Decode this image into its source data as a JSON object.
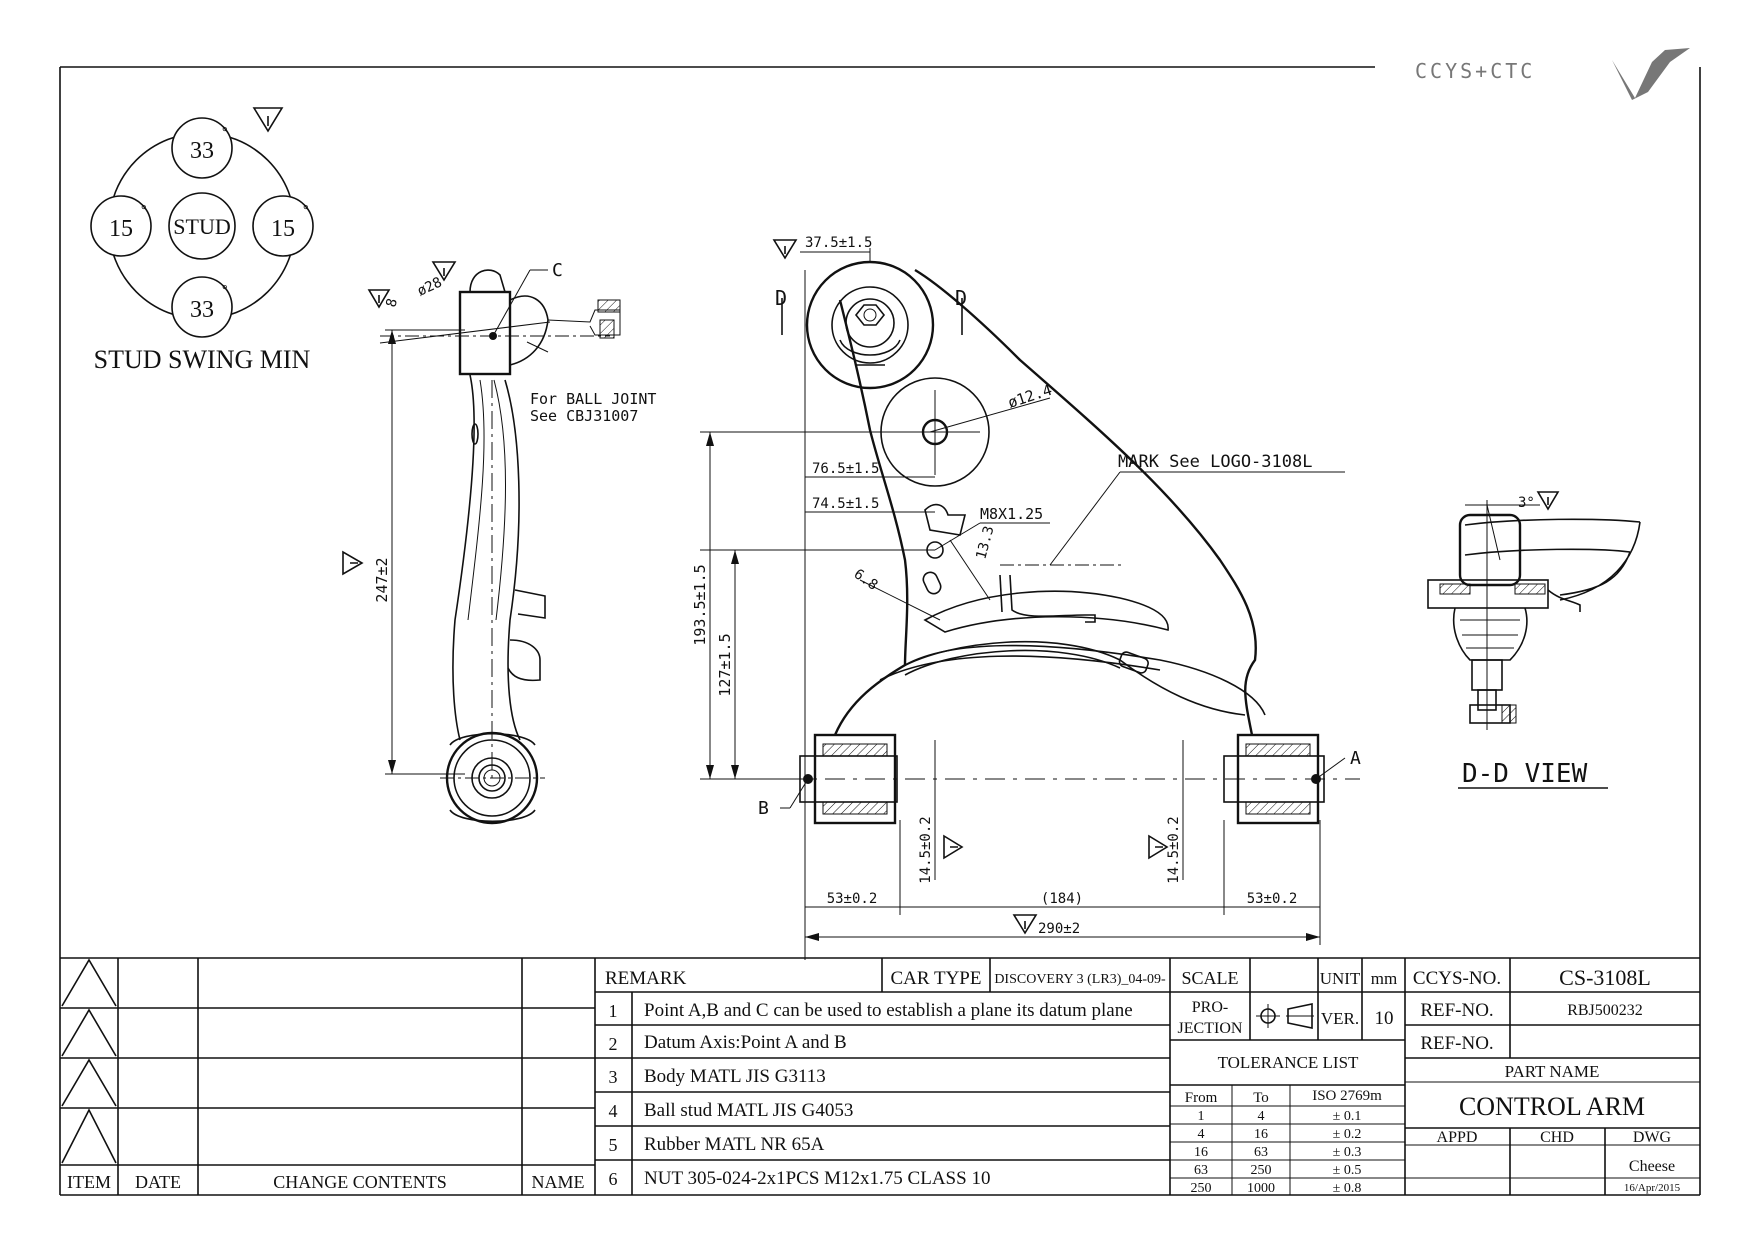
{
  "logo": {
    "text": "CCYS+CTC"
  },
  "stud_swing": {
    "title": "STUD SWING MIN",
    "center": "STUD",
    "top": "33",
    "bottom": "33",
    "left": "15",
    "right": "15",
    "degree_mark": "°"
  },
  "side_view": {
    "label_c": "C",
    "dim_diameter": "ø28",
    "dim_angle": "8",
    "note_line1": "For BALL JOINT",
    "note_line2": "See CBJ31007",
    "dim_height": "247±2"
  },
  "front_view": {
    "dim_top": "37.5±1.5",
    "label_d_left": "D",
    "label_d_right": "D",
    "dim_hole": "ø12.4",
    "mark_note": "MARK See LOGO-3108L",
    "dim_765": "76.5±1.5",
    "dim_745": "74.5±1.5",
    "dim_thread": "M8X1.25",
    "dim_133": "13.3",
    "dim_68": "6.8",
    "dim_1935": "193.5±1.5",
    "dim_127": "127±1.5",
    "label_a": "A",
    "label_b": "B",
    "dim_145_left": "14.5±0.2",
    "dim_145_right": "14.5±0.2",
    "dim_53_left": "53±0.2",
    "dim_184": "(184)",
    "dim_53_right": "53±0.2",
    "dim_290": "290±2"
  },
  "dd_view": {
    "title": "D-D VIEW",
    "dim_angle": "3°"
  },
  "revision_table": {
    "headers": {
      "item": "ITEM",
      "date": "DATE",
      "change": "CHANGE CONTENTS",
      "name": "NAME"
    }
  },
  "remarks": {
    "header": "REMARK",
    "car_type_label": "CAR TYPE",
    "car_type_value": "DISCOVERY 3 (LR3)_04-09-",
    "items": [
      {
        "no": "1",
        "text": "Point A,B and C can be used to establish a plane its datum plane"
      },
      {
        "no": "2",
        "text": "Datum Axis:Point A and B"
      },
      {
        "no": "3",
        "text": "Body MATL JIS G3113"
      },
      {
        "no": "4",
        "text": "Ball stud MATL JIS G4053"
      },
      {
        "no": "5",
        "text": "Rubber MATL NR 65A"
      },
      {
        "no": "6",
        "text": "NUT 305-024-2x1PCS M12x1.75 CLASS 10"
      }
    ]
  },
  "spec": {
    "scale_label": "SCALE",
    "unit_label": "UNIT",
    "unit_value": "mm",
    "projection_line1": "PRO-",
    "projection_line2": "JECTION",
    "ver_label": "VER.",
    "ver_value": "10",
    "tolerance_title": "TOLERANCE LIST",
    "tol_from": "From",
    "tol_to": "To",
    "tol_std": "ISO 2769m",
    "tolerance_rows": [
      {
        "from": "1",
        "to": "4",
        "tol": "± 0.1"
      },
      {
        "from": "4",
        "to": "16",
        "tol": "± 0.2"
      },
      {
        "from": "16",
        "to": "63",
        "tol": "± 0.3"
      },
      {
        "from": "63",
        "to": "250",
        "tol": "± 0.5"
      },
      {
        "from": "250",
        "to": "1000",
        "tol": "± 0.8"
      }
    ]
  },
  "title_block": {
    "ccys_no_label": "CCYS-NO.",
    "ccys_no_value": "CS-3108L",
    "ref_no_label_1": "REF-NO.",
    "ref_no_value_1": "RBJ500232",
    "ref_no_label_2": "REF-NO.",
    "ref_no_value_2": "",
    "part_name_label": "PART NAME",
    "part_name_value": "CONTROL ARM",
    "appd": "APPD",
    "chd": "CHD",
    "dwg": "DWG",
    "drawn_by": "Cheese",
    "date": "16/Apr/2015"
  }
}
